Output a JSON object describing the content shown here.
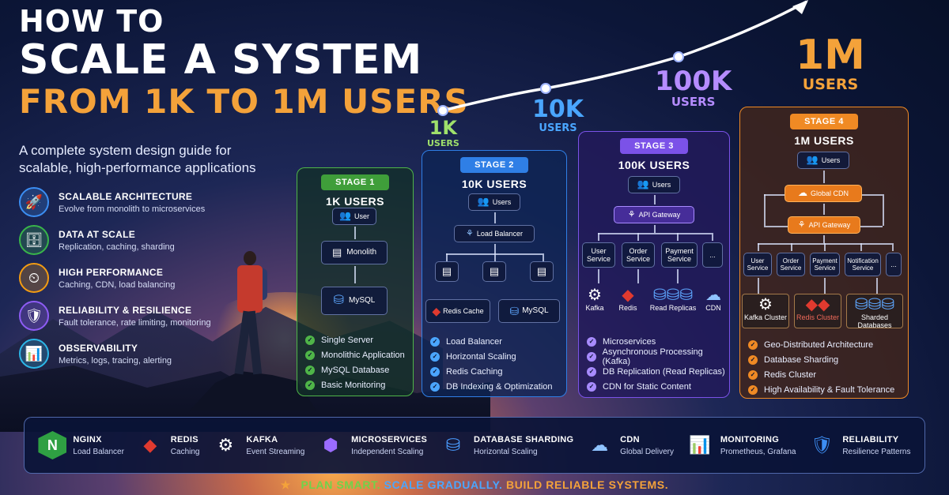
{
  "title": {
    "line1": "HOW TO",
    "line2": "SCALE A SYSTEM",
    "line3": "FROM 1K TO 1M USERS"
  },
  "subtitle": "A complete system design guide for scalable, high-performance applications",
  "features": [
    {
      "icon": "rocket-icon",
      "title": "SCALABLE ARCHITECTURE",
      "desc": "Evolve from monolith to microservices",
      "color": "#3b8ef3"
    },
    {
      "icon": "database-icon",
      "title": "DATA AT SCALE",
      "desc": "Replication, caching, sharding",
      "color": "#39b54a"
    },
    {
      "icon": "gauge-icon",
      "title": "HIGH PERFORMANCE",
      "desc": "Caching, CDN, load balancing",
      "color": "#f39c12"
    },
    {
      "icon": "shield-icon",
      "title": "RELIABILITY & RESILIENCE",
      "desc": "Fault tolerance, rate limiting, monitoring",
      "color": "#8e5cf5"
    },
    {
      "icon": "chart-icon",
      "title": "OBSERVABILITY",
      "desc": "Metrics, logs, tracing, alerting",
      "color": "#2cb7e8"
    }
  ],
  "milestones": [
    {
      "value": "1K",
      "unit": "USERS",
      "color": "#9fe06b"
    },
    {
      "value": "10K",
      "unit": "USERS",
      "color": "#4aa6ff"
    },
    {
      "value": "100K",
      "unit": "USERS",
      "color": "#b58cff"
    },
    {
      "value": "1M",
      "unit": "USERS",
      "color": "#f4a23a"
    }
  ],
  "stage1": {
    "badge": "STAGE 1",
    "title": "1K USERS",
    "accent": "#4fb548",
    "nodes": {
      "user": "User",
      "monolith": "Monolith",
      "db": "MySQL"
    },
    "checks": [
      "Single Server",
      "Monolithic Application",
      "MySQL Database",
      "Basic Monitoring"
    ]
  },
  "stage2": {
    "badge": "STAGE 2",
    "title": "10K USERS",
    "accent": "#2f7fe6",
    "nodes": {
      "users": "Users",
      "lb": "Load Balancer",
      "cache": "Redis Cache",
      "db": "MySQL"
    },
    "checks": [
      "Load Balancer",
      "Horizontal Scaling",
      "Redis Caching",
      "DB Indexing & Optimization"
    ]
  },
  "stage3": {
    "badge": "STAGE 3",
    "title": "100K USERS",
    "accent": "#7b52e8",
    "nodes": {
      "users": "Users",
      "gateway": "API Gateway",
      "svc1": "User Service",
      "svc2": "Order Service",
      "svc3": "Payment Service",
      "more": "...",
      "kafka": "Kafka",
      "redis": "Redis",
      "replicas": "Read Replicas",
      "cdn": "CDN"
    },
    "checks": [
      "Microservices",
      "Asynchronous Processing (Kafka)",
      "DB Replication (Read Replicas)",
      "CDN for Static Content"
    ]
  },
  "stage4": {
    "badge": "STAGE 4",
    "title": "1M USERS",
    "accent": "#f08a24",
    "nodes": {
      "users": "Users",
      "cdn": "Global CDN",
      "gateway": "API Gateway",
      "svc1": "User Service",
      "svc2": "Order Service",
      "svc3": "Payment Service",
      "svc4": "Notification Service",
      "more": "...",
      "kafka": "Kafka Cluster",
      "redis": "Redis Cluster",
      "sharded": "Sharded Databases"
    },
    "checks": [
      "Geo-Distributed Architecture",
      "Database Sharding",
      "Redis Cluster",
      "High Availability & Fault Tolerance"
    ]
  },
  "tech": [
    {
      "icon": "nginx-icon",
      "name": "NGINX",
      "desc": "Load Balancer"
    },
    {
      "icon": "redis-icon",
      "name": "REDIS",
      "desc": "Caching"
    },
    {
      "icon": "kafka-icon",
      "name": "KAFKA",
      "desc": "Event Streaming"
    },
    {
      "icon": "microservices-icon",
      "name": "MICROSERVICES",
      "desc": "Independent Scaling"
    },
    {
      "icon": "database-sharding-icon",
      "name": "DATABASE SHARDING",
      "desc": "Horizontal Scaling"
    },
    {
      "icon": "cdn-cloud-icon",
      "name": "CDN",
      "desc": "Global Delivery"
    },
    {
      "icon": "monitoring-icon",
      "name": "MONITORING",
      "desc": "Prometheus, Grafana"
    },
    {
      "icon": "reliability-shield-icon",
      "name": "RELIABILITY",
      "desc": "Resilience Patterns"
    }
  ],
  "tagline": {
    "part1": "PLAN SMART.",
    "part2": "SCALE GRADUALLY.",
    "part3": "BUILD RELIABLE SYSTEMS."
  }
}
